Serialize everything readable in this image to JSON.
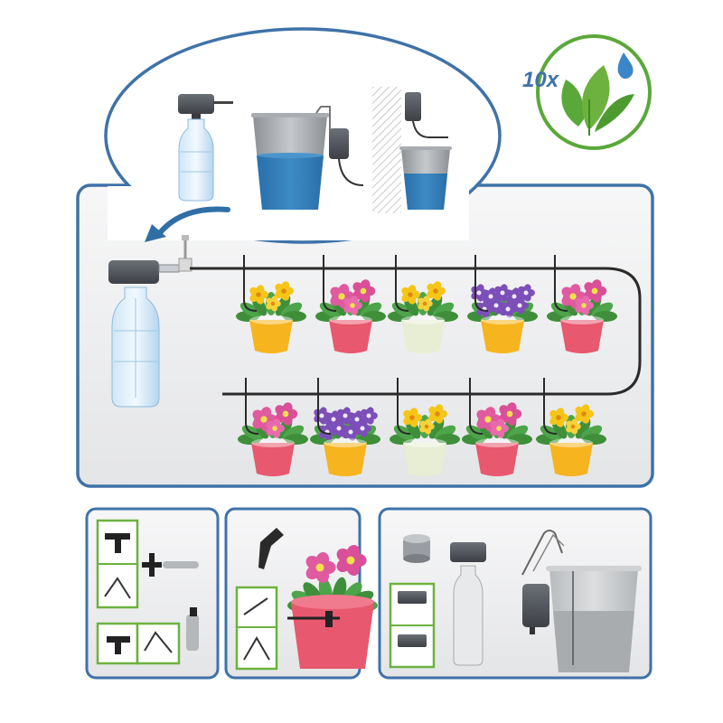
{
  "badge": {
    "multiplier": "10x",
    "icon": "leaf-water-drop-icon",
    "color": "#5aa83a",
    "drop_color": "#3a86c8"
  },
  "colors": {
    "frame_blue": "#3f72a8",
    "water": "#2f78b4",
    "pump_grey": "#555a60",
    "tube": "#2a2a2a",
    "accent_green": "#6db23f",
    "panel_grey": "#e9eaec"
  },
  "icons": {
    "bottle": "water-bottle-icon",
    "pump": "pump-icon",
    "bucket": "water-bucket-icon",
    "connector": "tube-connector-icon",
    "dripper": "dripper-stake-icon",
    "hook": "bucket-hook-icon"
  },
  "plants": {
    "top_row": [
      "yellow-rose",
      "pink-primula",
      "yellow-rose",
      "purple-campanula",
      "pink-primula"
    ],
    "bottom_row": [
      "pink-primula",
      "purple-campanula",
      "yellow-rose",
      "pink-primula",
      "yellow-rose"
    ],
    "pot_colors": {
      "yellow": "#f6b41e",
      "pink": "#e8586e",
      "cream": "#e7eed4"
    }
  }
}
